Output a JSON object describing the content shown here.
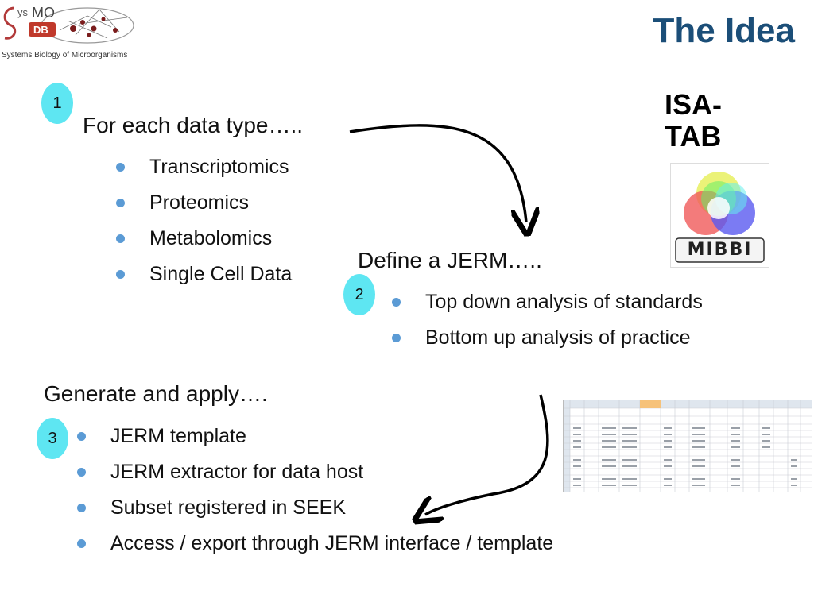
{
  "slide": {
    "title": "The Idea",
    "logo": {
      "name": "SysMO DB",
      "subtitle": "Systems Biology of Microorganisms"
    },
    "steps": [
      {
        "number": "1",
        "heading": "For each data type…..",
        "items": [
          "Transcriptomics",
          "Proteomics",
          "Metabolomics",
          "Single Cell Data"
        ]
      },
      {
        "number": "2",
        "heading": "Define a JERM…..",
        "items": [
          "Top down analysis of standards",
          "Bottom up analysis of practice"
        ]
      },
      {
        "number": "3",
        "heading": "Generate and apply….",
        "items": [
          "JERM template",
          "JERM extractor for data host",
          "Subset registered in SEEK",
          "Access / export through JERM interface / template"
        ]
      }
    ],
    "isa_tab_label": "ISA-\nTAB",
    "mibbi_logo_text": "MIBBI",
    "colors": {
      "title": "#1b4e78",
      "step_circle": "#5ee6f2",
      "bullet": "#5b9bd5"
    }
  }
}
